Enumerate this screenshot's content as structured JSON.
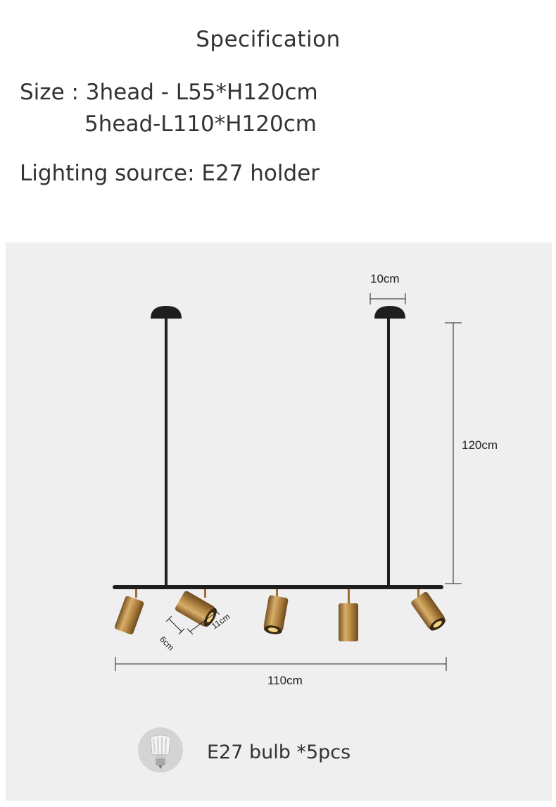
{
  "spec": {
    "title": "Specification",
    "size_line_1": "Size : 3head - L55*H120cm",
    "size_line_2": "5head-L110*H120cm",
    "lighting": "Lighting source: E27 holder"
  },
  "diagram": {
    "dim_canopy": "10cm",
    "dim_height": "120cm",
    "dim_length": "110cm",
    "dim_head_diameter": "6cm",
    "dim_head_length": "11cm"
  },
  "bulb": {
    "icon": "led-bulb-icon",
    "label": "E27 bulb *5pcs"
  },
  "colors": {
    "metal_black": "#1e1e1e",
    "brass": "#b88a45",
    "panel_bg": "#efefef"
  }
}
